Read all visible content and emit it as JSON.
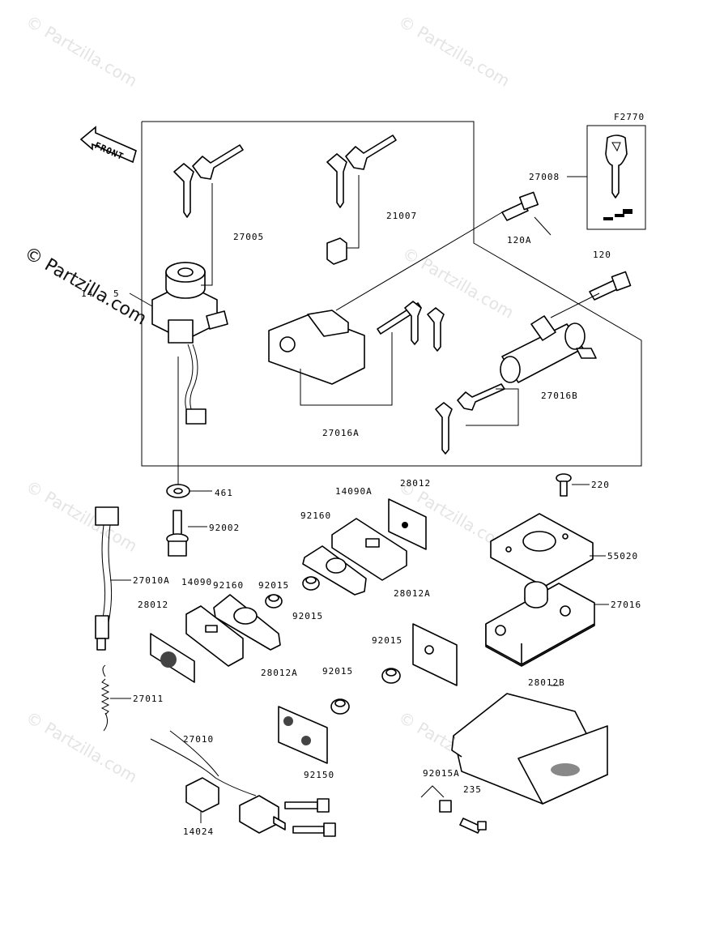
{
  "watermark": {
    "text": "© Partzilla.com"
  },
  "front_marker": {
    "label": "FRONT"
  },
  "figure_code": "F2770",
  "part_labels": {
    "p27005": "27005",
    "p21007": "21007",
    "p27008": "27008",
    "p120A": "120A",
    "p120": "120",
    "p27016B": "27016B",
    "p27016A": "27016A",
    "p14": "14",
    "p5": "5",
    "p461": "461",
    "p92002": "92002",
    "p27010A": "27010A",
    "p14090A": "14090A",
    "p28012_top": "28012",
    "p92160_top": "92160",
    "p92160_mid": "92160",
    "p92015_mid": "92015",
    "p92015_top": "92015",
    "p14090": "14090",
    "p28012_left": "28012",
    "p28012A_right": "28012A",
    "p92015_right": "92015",
    "p220": "220",
    "p55020": "55020",
    "p27016": "27016",
    "p27011": "27011",
    "p28012A_bottom": "28012A",
    "p92015_bottom": "92015",
    "p28012B": "28012B",
    "p27010": "27010",
    "p92150": "92150",
    "p14024": "14024",
    "p92015A": "92015A",
    "p235": "235"
  }
}
